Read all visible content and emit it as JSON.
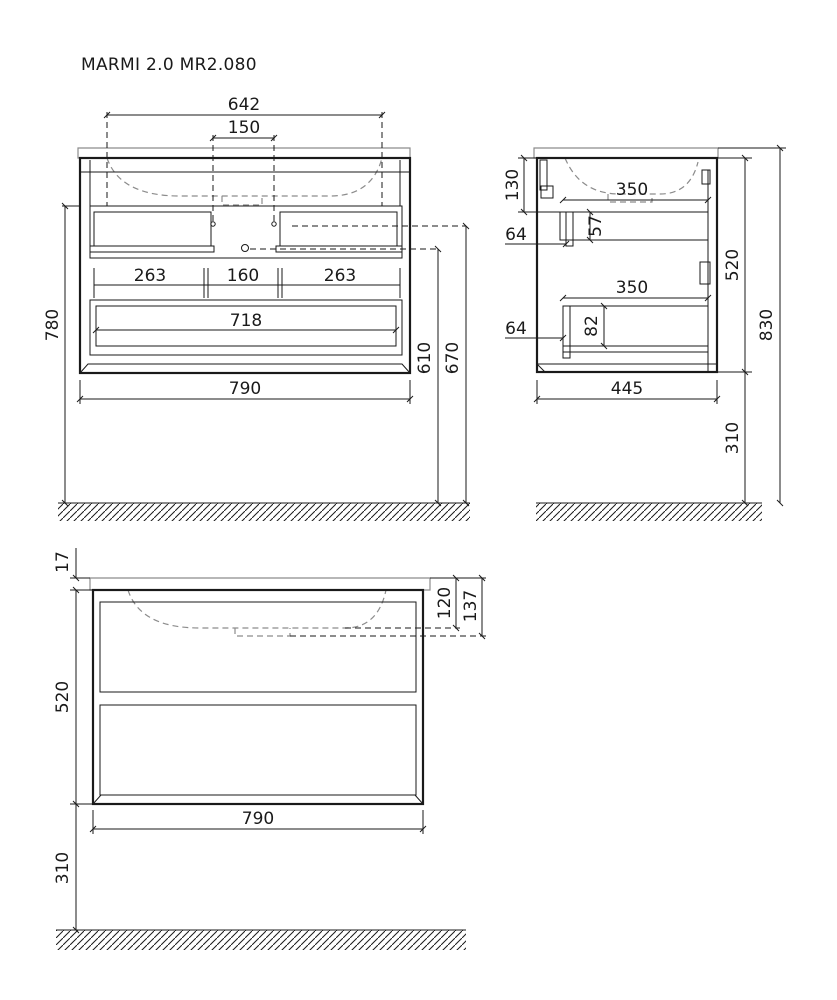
{
  "title": "MARMI 2.0 MR2.080",
  "front_view": {
    "dims": {
      "basin_width": "642",
      "tap_spacing": "150",
      "left_gap": "263",
      "center_gap": "160",
      "right_gap": "263",
      "inner_width": "718",
      "total_width": "790",
      "total_height": "780",
      "drain_height_610": "610",
      "drain_height_670": "670"
    }
  },
  "side_view": {
    "dims": {
      "upper_depth": "350",
      "lower_depth": "350",
      "top_offset": "130",
      "upper_drawer_inset": "64",
      "lower_drawer_inset": "64",
      "upper_drawer_height": "57",
      "lower_drawer_height": "82",
      "cabinet_depth": "445",
      "cabinet_height": "520",
      "overall_height": "830",
      "floor_clearance": "310"
    }
  },
  "bottom_view": {
    "dims": {
      "top_thickness": "17",
      "basin_depth_120": "120",
      "basin_depth_137": "137",
      "cabinet_height": "520",
      "width": "790",
      "floor_clearance": "310"
    }
  }
}
